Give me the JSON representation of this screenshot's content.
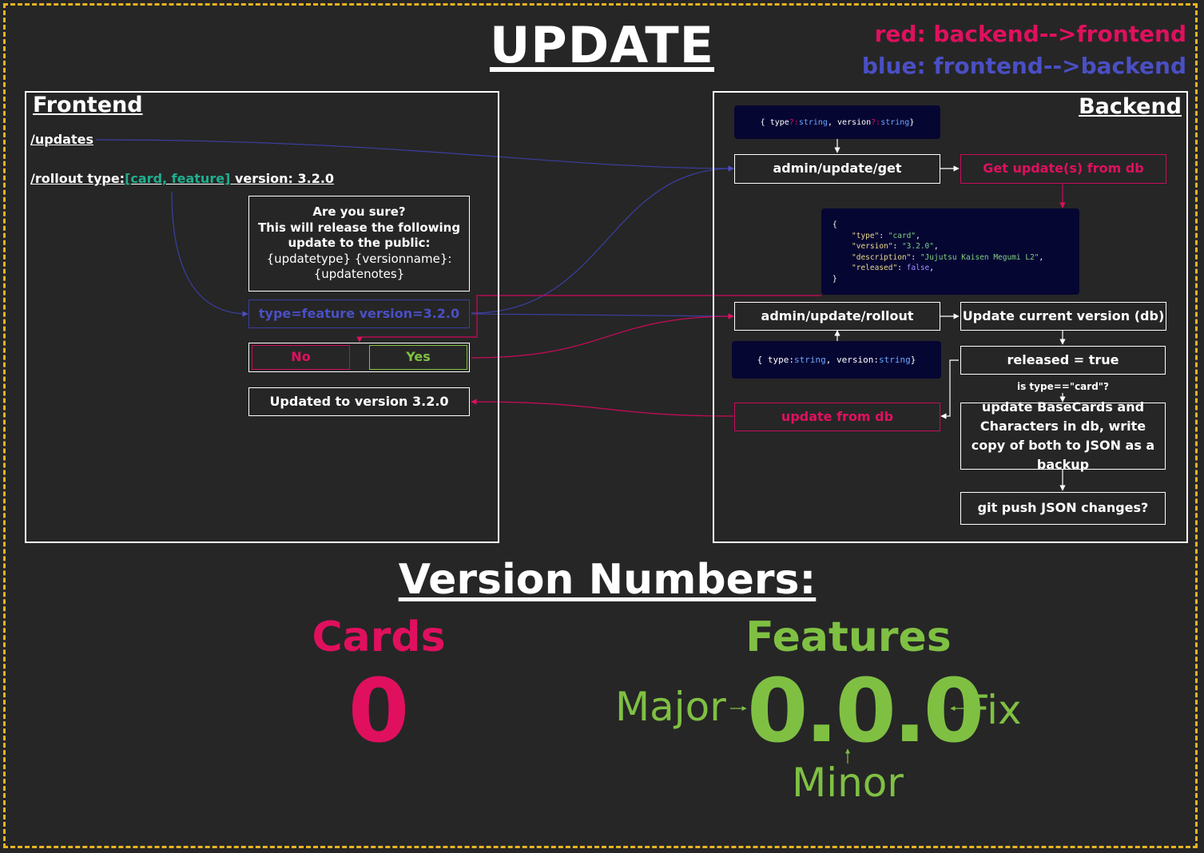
{
  "title": "UPDATE",
  "legend": {
    "red": "red: backend-->frontend",
    "blue": "blue: frontend-->backend"
  },
  "colors": {
    "red": "#e0105e",
    "blue": "#4a4fc4",
    "green": "#7fc043",
    "yellow": "#e8b420",
    "teal": "#1fae8e"
  },
  "frontend": {
    "title": "Frontend",
    "cmd_updates": "/updates",
    "rollout_prefix": "/rollout type:",
    "rollout_types": "[card, feature]",
    "rollout_suffix": " version: 3.2.0",
    "confirm_line1": "Are you sure?",
    "confirm_line2": "This will release the following",
    "confirm_line3": "update to the public:",
    "confirm_line4": "{updatetype} {versionname}:",
    "confirm_line5": "{updatenotes}",
    "selection": "type=feature version=3.2.0",
    "no": "No",
    "yes": "Yes",
    "updated": "Updated to version 3.2.0"
  },
  "backend": {
    "title": "Backend",
    "get_params": {
      "open": "{ type",
      "opt1": "?: ",
      "t1": "string",
      "sep": ", version",
      "opt2": "?: ",
      "t2": "string",
      "close": " }"
    },
    "get_endpoint": "admin/update/get",
    "get_db": "Get update(s) from db",
    "json": {
      "open": "{",
      "l1k": "\"type\"",
      "l1v": "\"card\"",
      "l2k": "\"version\"",
      "l2v": "\"3.2.0\"",
      "l3k": "\"description\"",
      "l3v": "\"Jujutsu Kaisen Megumi L2\"",
      "l4k": "\"released\"",
      "l4v": "false",
      "close": "}"
    },
    "rollout_endpoint": "admin/update/rollout",
    "rollout_params": {
      "open": "{ type: ",
      "t1": "string",
      "sep": ", version: ",
      "t2": "string",
      "close": " }"
    },
    "update_current": "Update current version (db)",
    "released": "released = true",
    "is_card": "is type==\"card\"?",
    "update_basecards": "update BaseCards and Characters in db, write copy of both to JSON as a backup",
    "git_push": "git push JSON changes?",
    "update_from_db": "update from db"
  },
  "versions": {
    "heading": "Version Numbers:",
    "cards_label": "Cards",
    "cards_value": "0",
    "features_label": "Features",
    "features_value": "0.0.0",
    "major": "Major",
    "minor": "Minor",
    "fix": "Fix"
  }
}
